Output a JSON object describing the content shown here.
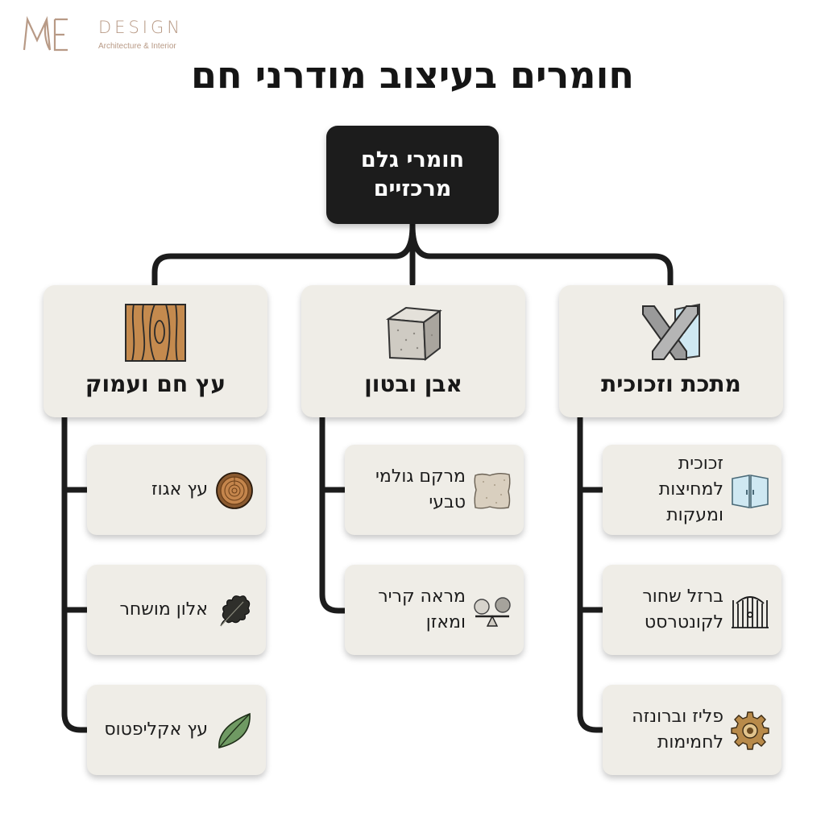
{
  "brand": {
    "mark": "ME",
    "word": "DESIGN",
    "tagline": "Architecture & Interior"
  },
  "title": "חומרים בעיצוב מודרני חם",
  "root": {
    "label": "חומרי גלם מרכזיים"
  },
  "categories": [
    {
      "label": "מתכת וזכוכית",
      "icon": "metal-glass-icon",
      "items": [
        {
          "label": "זכוכית למחיצות ומעקות",
          "icon": "glass-door-icon"
        },
        {
          "label": "ברזל שחור לקונטרסט",
          "icon": "iron-gate-icon"
        },
        {
          "label": "פליז וברונזה לחמימות",
          "icon": "brass-gear-icon"
        }
      ]
    },
    {
      "label": "אבן ובטון",
      "icon": "stone-block-icon",
      "items": [
        {
          "label": "מרקם גולמי טבעי",
          "icon": "raw-texture-icon"
        },
        {
          "label": "מראה קריר ומאזן",
          "icon": "balance-icon"
        }
      ]
    },
    {
      "label": "עץ חם ועמוק",
      "icon": "wood-grain-icon",
      "items": [
        {
          "label": "עץ אגוז",
          "icon": "walnut-log-icon"
        },
        {
          "label": "אלון מושחר",
          "icon": "oak-leaf-icon"
        },
        {
          "label": "עץ אקליפטוס",
          "icon": "eucalyptus-leaf-icon"
        }
      ]
    }
  ],
  "colors": {
    "background": "#ffffff",
    "card": "#efede7",
    "root": "#1c1c1c",
    "line": "#1c1c1c",
    "brand": "#b89a86"
  }
}
